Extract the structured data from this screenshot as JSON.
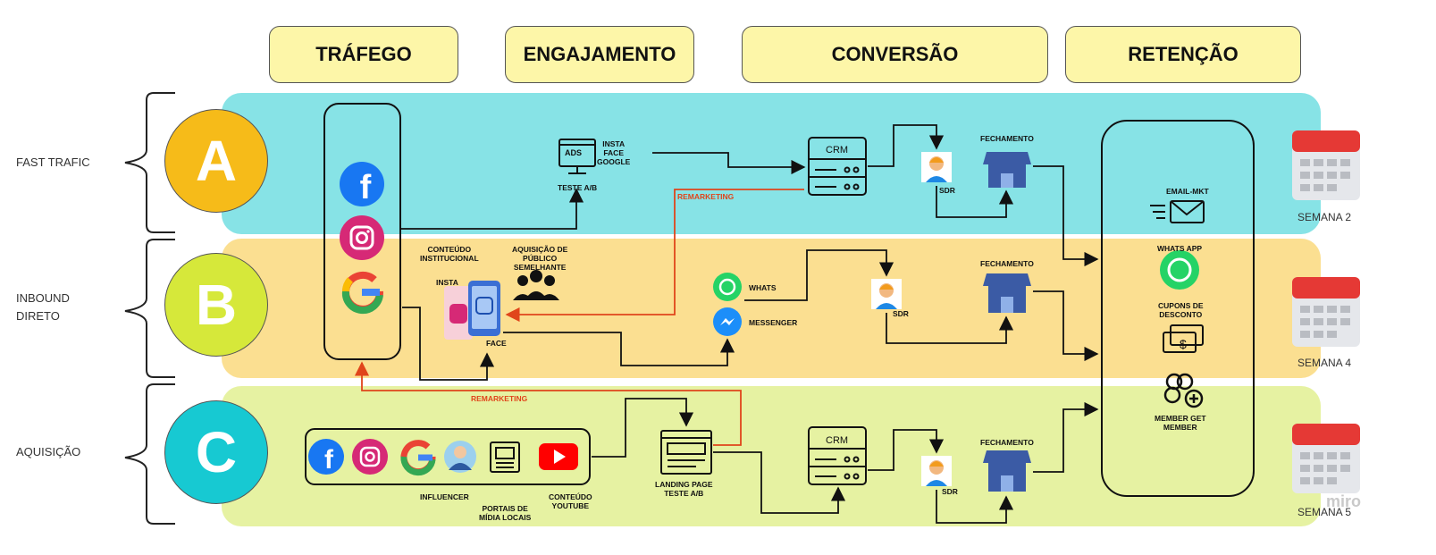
{
  "stages": [
    "TRÁFEGO",
    "ENGAJAMENTO",
    "CONVERSÃO",
    "RETENÇÃO"
  ],
  "rows": [
    {
      "letter": "A",
      "label": "FAST TRAFIC",
      "band_color": "#87e3e6",
      "circle_color": "#f6bb19",
      "week": "SEMANA 2"
    },
    {
      "letter": "B",
      "label": "INBOUND\nDIRETO",
      "band_color": "#fbdf91",
      "circle_color": "#d6e83a",
      "week": "SEMANA 4"
    },
    {
      "letter": "C",
      "label": "AQUISIÇÃO",
      "band_color": "#e6f2a2",
      "circle_color": "#17c9d2",
      "week": "SEMANA 5"
    }
  ],
  "row_a": {
    "ads": "ADS",
    "ads_channels": "INSTA\nFACE\nGOOGLE",
    "ads_test": "TESTE A/B",
    "crm": "CRM",
    "sdr": "SDR",
    "closing": "FECHAMENTO",
    "remarketing": "REMARKETING"
  },
  "row_b": {
    "institutional": "CONTEÚDO\nINSTITUCIONAL",
    "lookalike": "AQUISIÇÃO DE\nPÚBLICO\nSEMELHANTE",
    "insta": "INSTA",
    "face": "FACE",
    "whats": "WHATS",
    "messenger": "MESSENGER",
    "sdr": "SDR",
    "closing": "FECHAMENTO"
  },
  "row_c": {
    "influencer": "INFLUENCER",
    "portals": "PORTAIS DE\nMÍDIA LOCAIS",
    "youtube": "CONTEÚDO\nYOUTUBE",
    "landing": "LANDING PAGE\nTESTE A/B",
    "remarketing": "REMARKETING",
    "crm": "CRM",
    "sdr": "SDR",
    "closing": "FECHAMENTO"
  },
  "retention": {
    "email": "EMAIL-MKT",
    "whatsapp": "WHATS APP",
    "coupons": "CUPONS DE\nDESCONTO",
    "mgm": "MEMBER GET\nMEMBER"
  },
  "watermark": "miro",
  "colors": {
    "red": "#e0451b",
    "arrow": "#111111",
    "header": "#fdf6a8"
  }
}
